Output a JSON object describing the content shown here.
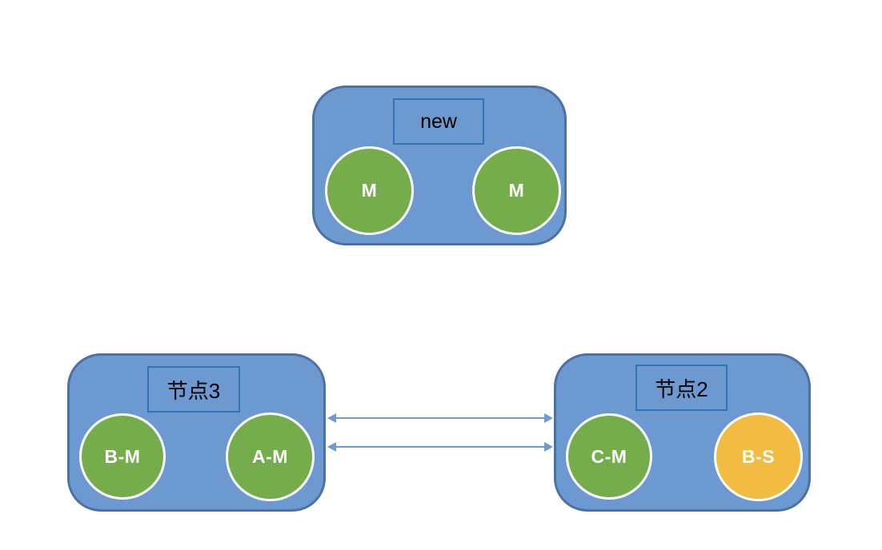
{
  "colors": {
    "canvas_bg": "#ffffff",
    "node_fill": "#6b99d0",
    "node_border": "#4d71a2",
    "label_box_border": "#2e75b6",
    "label_text": "#000000",
    "circle_green": "#76ad4c",
    "circle_orange": "#f2bc42",
    "circle_border": "#ffffff",
    "circle_text": "#ffffff",
    "arrow": "#6e9bd4"
  },
  "nodes": {
    "new": {
      "label": "new",
      "circles": [
        {
          "text": "M",
          "color": "green"
        },
        {
          "text": "M",
          "color": "green"
        }
      ]
    },
    "node3": {
      "label": "节点3",
      "circles": [
        {
          "text": "B-M",
          "color": "green"
        },
        {
          "text": "A-M",
          "color": "green"
        }
      ]
    },
    "node2": {
      "label": "节点2",
      "circles": [
        {
          "text": "C-M",
          "color": "green"
        },
        {
          "text": "B-S",
          "color": "orange"
        }
      ]
    }
  },
  "arrows": [
    {
      "between": "节点3 ↔ 节点2",
      "direction": "bidirectional"
    },
    {
      "between": "节点3 ↔ 节点2",
      "direction": "bidirectional"
    }
  ]
}
